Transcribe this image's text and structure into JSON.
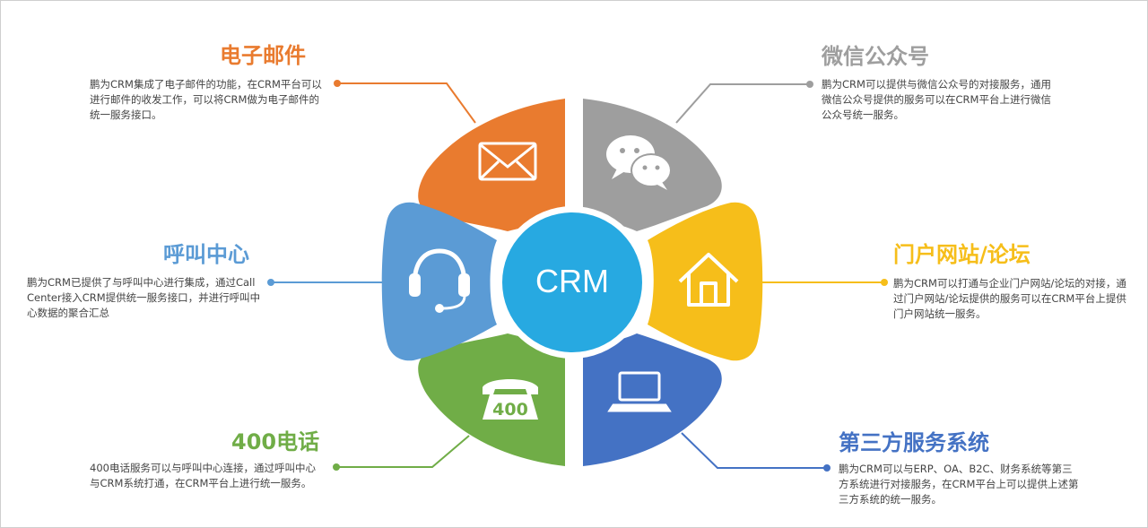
{
  "center": {
    "label": "CRM"
  },
  "colors": {
    "email": "#e97b2f",
    "wechat": "#9e9e9e",
    "portal": "#f6be1a",
    "thirdparty": "#4472c4",
    "phone400": "#70ad47",
    "callcenter": "#5b9bd5",
    "center": "#27a9e1"
  },
  "segments": [
    {
      "key": "email",
      "title": "电子邮件",
      "description": "鹏为CRM集成了电子邮件的功能，在CRM平台可以进行邮件的收发工作，可以将CRM做为电子邮件的统一服务接口。",
      "icon": "envelope-icon"
    },
    {
      "key": "wechat",
      "title": "微信公众号",
      "description": "鹏为CRM可以提供与微信公众号的对接服务，通用微信公众号提供的服务可以在CRM平台上进行微信公众号统一服务。",
      "icon": "chat-bubbles-icon"
    },
    {
      "key": "portal",
      "title": "门户网站/论坛",
      "description": "鹏为CRM可以打通与企业门户网站/论坛的对接，通过门户网站/论坛提供的服务可以在CRM平台上提供门户网站统一服务。",
      "icon": "house-icon"
    },
    {
      "key": "thirdparty",
      "title": "第三方服务系统",
      "description": "鹏为CRM可以与ERP、OA、B2C、财务系统等第三方系统进行对接服务，在CRM平台上可以提供上述第三方系统的统一服务。",
      "icon": "laptop-icon"
    },
    {
      "key": "phone400",
      "title": "400电话",
      "description": "400电话服务可以与呼叫中心连接，通过呼叫中心与CRM系统打通，在CRM平台上进行统一服务。",
      "icon": "telephone-icon",
      "icon_text": "400"
    },
    {
      "key": "callcenter",
      "title": "呼叫中心",
      "description": "鹏为CRM已提供了与呼叫中心进行集成，通过Call Center接入CRM提供统一服务接口，并进行呼叫中心数据的聚合汇总",
      "icon": "headset-icon"
    }
  ]
}
